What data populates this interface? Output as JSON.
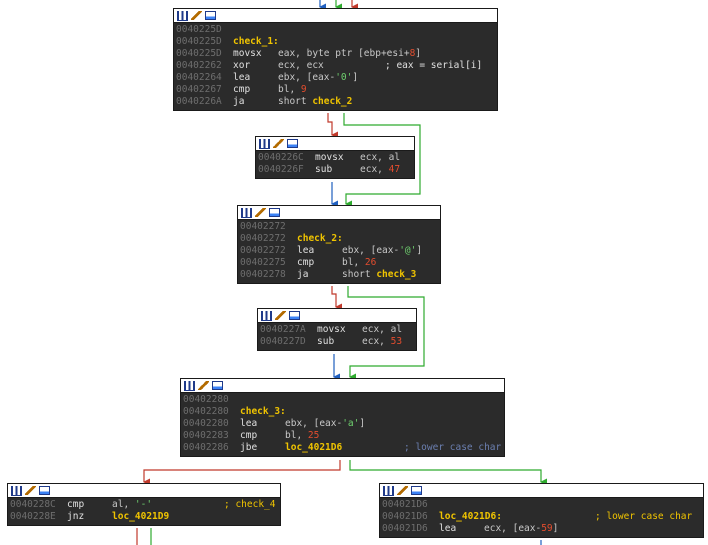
{
  "blocks": [
    {
      "id": "check_1",
      "lines": [
        {
          "addr": "0040225D"
        },
        {
          "addr": "0040225D",
          "label": "check_1:"
        },
        {
          "addr": "0040225D",
          "mn": "movsx",
          "ops": [
            {
              "t": "eax, byte ptr [ebp+esi+",
              "c": "op"
            },
            {
              "t": "8",
              "c": "num"
            },
            {
              "t": "]",
              "c": "op"
            }
          ]
        },
        {
          "addr": "00402262",
          "mn": "xor",
          "ops": [
            {
              "t": "ecx, ecx",
              "c": "op"
            }
          ],
          "comment": "; eax = serial[i]"
        },
        {
          "addr": "00402264",
          "mn": "lea",
          "ops": [
            {
              "t": "ebx, [eax-",
              "c": "op"
            },
            {
              "t": "'0'",
              "c": "chr"
            },
            {
              "t": "]",
              "c": "op"
            }
          ]
        },
        {
          "addr": "00402267",
          "mn": "cmp",
          "ops": [
            {
              "t": "bl, ",
              "c": "op"
            },
            {
              "t": "9",
              "c": "num"
            }
          ]
        },
        {
          "addr": "0040226A",
          "mn": "ja",
          "ops": [
            {
              "t": "short ",
              "c": "op"
            },
            {
              "t": "check_2",
              "c": "lbl"
            }
          ]
        }
      ]
    },
    {
      "id": "blk_226C",
      "lines": [
        {
          "addr": "0040226C",
          "mn": "movsx",
          "ops": [
            {
              "t": "ecx, al",
              "c": "op"
            }
          ]
        },
        {
          "addr": "0040226F",
          "mn": "sub",
          "ops": [
            {
              "t": "ecx, ",
              "c": "op"
            },
            {
              "t": "47",
              "c": "num"
            }
          ]
        }
      ]
    },
    {
      "id": "check_2",
      "lines": [
        {
          "addr": "00402272"
        },
        {
          "addr": "00402272",
          "label": "check_2:"
        },
        {
          "addr": "00402272",
          "mn": "lea",
          "ops": [
            {
              "t": "ebx, [eax-",
              "c": "op"
            },
            {
              "t": "'@'",
              "c": "chr"
            },
            {
              "t": "]",
              "c": "op"
            }
          ]
        },
        {
          "addr": "00402275",
          "mn": "cmp",
          "ops": [
            {
              "t": "bl, ",
              "c": "op"
            },
            {
              "t": "26",
              "c": "num"
            }
          ]
        },
        {
          "addr": "00402278",
          "mn": "ja",
          "ops": [
            {
              "t": "short ",
              "c": "op"
            },
            {
              "t": "check_3",
              "c": "lbl"
            }
          ]
        }
      ]
    },
    {
      "id": "blk_227A",
      "lines": [
        {
          "addr": "0040227A",
          "mn": "movsx",
          "ops": [
            {
              "t": "ecx, al",
              "c": "op"
            }
          ]
        },
        {
          "addr": "0040227D",
          "mn": "sub",
          "ops": [
            {
              "t": "ecx, ",
              "c": "op"
            },
            {
              "t": "53",
              "c": "num"
            }
          ]
        }
      ]
    },
    {
      "id": "check_3",
      "lines": [
        {
          "addr": "00402280"
        },
        {
          "addr": "00402280",
          "label": "check_3:"
        },
        {
          "addr": "00402280",
          "mn": "lea",
          "ops": [
            {
              "t": "ebx, [eax-",
              "c": "op"
            },
            {
              "t": "'a'",
              "c": "chr"
            },
            {
              "t": "]",
              "c": "op"
            }
          ]
        },
        {
          "addr": "00402283",
          "mn": "cmp",
          "ops": [
            {
              "t": "bl, ",
              "c": "op"
            },
            {
              "t": "25",
              "c": "num"
            }
          ]
        },
        {
          "addr": "00402286",
          "mn": "jbe",
          "ops": [
            {
              "t": "loc_4021D6",
              "c": "lbl"
            }
          ],
          "comment": "; lower case char"
        }
      ]
    },
    {
      "id": "check_4",
      "lines": [
        {
          "addr": "0040228C",
          "mn": "cmp",
          "ops": [
            {
              "t": "al, ",
              "c": "op"
            },
            {
              "t": "'-'",
              "c": "chr"
            }
          ],
          "comment": "; check_4",
          "commentClass": "lbl"
        },
        {
          "addr": "0040228E",
          "mn": "jnz",
          "ops": [
            {
              "t": "loc_4021D9",
              "c": "lbl"
            }
          ]
        }
      ]
    },
    {
      "id": "loc_4021D6",
      "lines": [
        {
          "addr": "004021D6"
        },
        {
          "addr": "004021D6",
          "label": "loc_4021D6:",
          "comment": "; lower case char",
          "commentClass": "lbl"
        },
        {
          "addr": "004021D6",
          "mn": "lea",
          "ops": [
            {
              "t": "ecx, [eax-",
              "c": "op"
            },
            {
              "t": "59",
              "c": "num"
            },
            {
              "t": "]",
              "c": "op"
            }
          ]
        }
      ]
    }
  ],
  "colors": {
    "true_edge": "#c0392b",
    "false_edge": "#2eaa2e",
    "flow_edge": "#1f5fbf"
  }
}
